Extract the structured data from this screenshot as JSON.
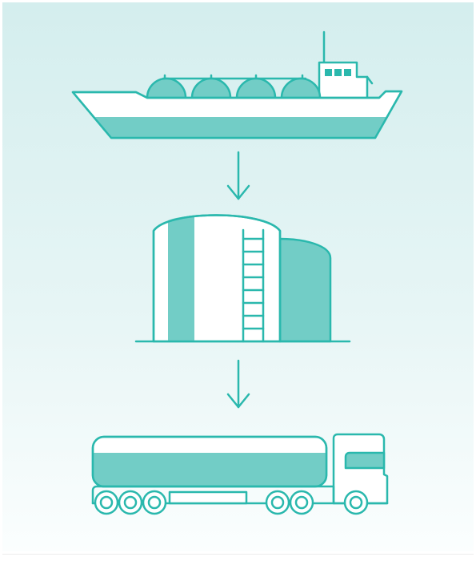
{
  "diagram": {
    "stages": [
      {
        "id": "stage-1",
        "icon": "lng-carrier-ship-icon"
      },
      {
        "id": "stage-2",
        "icon": "lng-storage-tank-icon"
      },
      {
        "id": "stage-3",
        "icon": "lng-tanker-truck-icon"
      }
    ],
    "flow": [
      "stage-1",
      "stage-2",
      "stage-3"
    ]
  },
  "colors": {
    "background_top": "#d4eeee",
    "background_bottom": "#fbfefe",
    "line": "#2ab8ad",
    "fill": "#72cdc6",
    "white": "#ffffff"
  }
}
